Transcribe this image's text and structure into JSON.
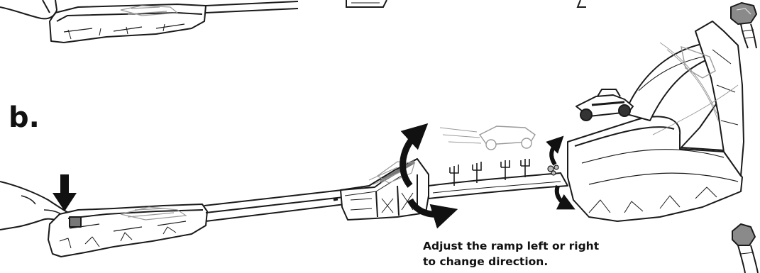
{
  "step_label": "b.",
  "caption": {
    "line1": "Adjust the ramp left or right",
    "line2": "to change direction."
  },
  "colors": {
    "ink": "#1a1a1a",
    "arrow": "#111111",
    "motion_gray": "#9a9a9a",
    "background": "#ffffff"
  },
  "icons": [
    "press-down-arrow-icon",
    "curved-arrow-up-icon",
    "curved-arrow-down-icon",
    "rock-icon"
  ]
}
